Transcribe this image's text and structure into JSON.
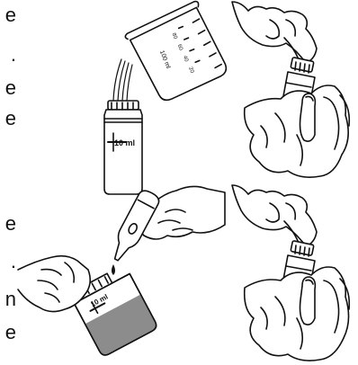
{
  "left_margin_letters": [
    "e",
    ".",
    "e",
    "e",
    "e",
    ".",
    "n",
    "e"
  ],
  "beaker": {
    "graduations": [
      "80",
      "60",
      "40",
      "20"
    ],
    "volume_label": "100 ml"
  },
  "bottle_top": {
    "mark_label": "10 ml"
  },
  "bottle_bottom": {
    "mark_label": "10 ml"
  },
  "colors": {
    "stroke": "#111111",
    "sample_fill": "#8c8c8c"
  }
}
